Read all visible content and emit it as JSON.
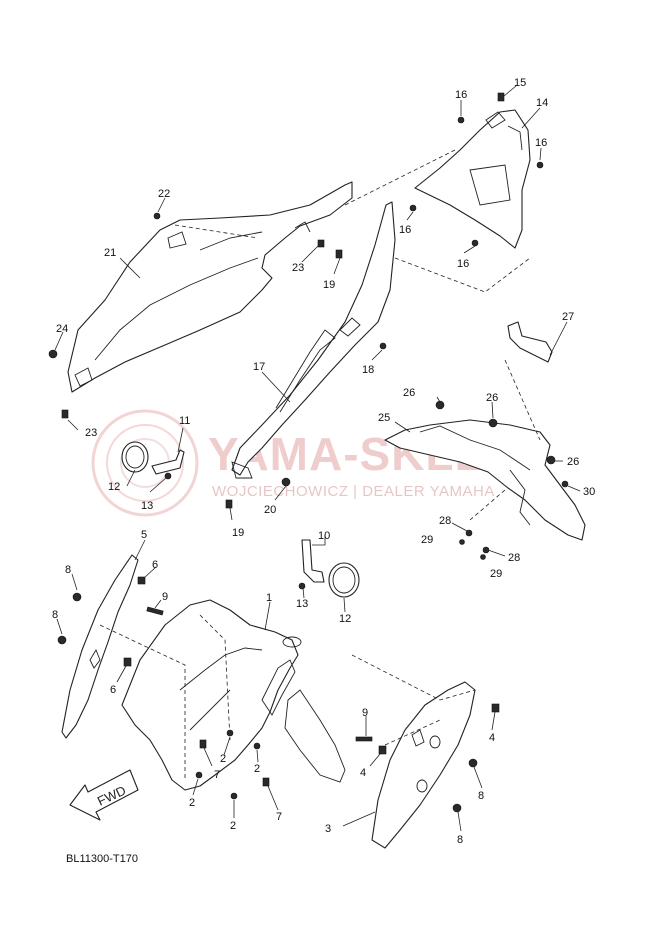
{
  "diagram": {
    "reference_code": "BL11300-T170",
    "fwd_label": "FWD",
    "watermark": {
      "title": "YAMA-SKLEP",
      "subtitle": "WOJCIECHOWICZ | DEALER YAMAHA"
    },
    "callouts": {
      "c1": "1",
      "c2a": "2",
      "c2b": "2",
      "c2c": "2",
      "c2d": "2",
      "c3": "3",
      "c4a": "4",
      "c4b": "4",
      "c5": "5",
      "c6a": "6",
      "c6b": "6",
      "c7a": "7",
      "c7b": "7",
      "c8a": "8",
      "c8b": "8",
      "c8c": "8",
      "c8d": "8",
      "c9a": "9",
      "c9b": "9",
      "c10": "10",
      "c11": "11",
      "c12a": "12",
      "c12b": "12",
      "c13a": "13",
      "c13b": "13",
      "c14": "14",
      "c15": "15",
      "c16a": "16",
      "c16b": "16",
      "c16c": "16",
      "c16d": "16",
      "c17": "17",
      "c18": "18",
      "c19a": "19",
      "c19b": "19",
      "c20": "20",
      "c21": "21",
      "c22": "22",
      "c23a": "23",
      "c23b": "23",
      "c24": "24",
      "c25": "25",
      "c26a": "26",
      "c26b": "26",
      "c26c": "26",
      "c27": "27",
      "c28a": "28",
      "c28b": "28",
      "c29a": "29",
      "c29b": "29",
      "c30": "30"
    }
  }
}
